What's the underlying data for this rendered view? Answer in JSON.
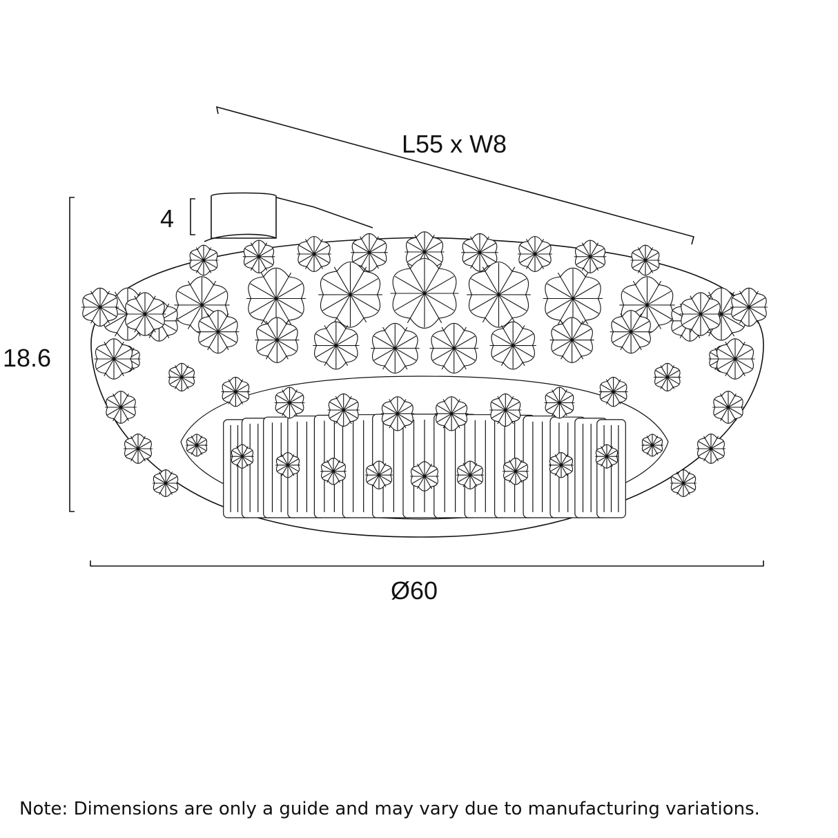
{
  "dimensions": {
    "diagonal_label": "L55 x W8",
    "canopy_height_label": "4",
    "height_label": "18.6",
    "diameter_label": "Ø60"
  },
  "note": "Note: Dimensions are only a guide and may vary due to manufacturing variations.",
  "colors": {
    "line": "#111111",
    "background": "#ffffff"
  }
}
